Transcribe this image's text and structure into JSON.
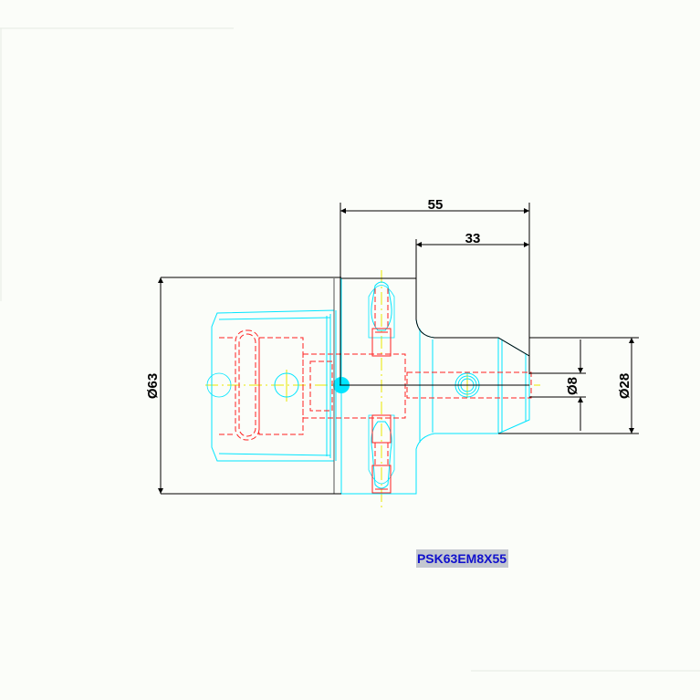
{
  "drawing": {
    "part_label": "PSK63EM8X55",
    "dimensions": {
      "overall_length": "55",
      "shank_length": "33",
      "body_diameter": "Ø63",
      "bore_diameter": "Ø8",
      "shank_diameter": "Ø28"
    }
  },
  "colors": {
    "background": "#fbfdf9",
    "outline_cyan": "#00e5ff",
    "hidden_red": "#ff2020",
    "dimension_black": "#000000",
    "centerline_yellow": "#e8e800",
    "label_blue": "#1010cc",
    "label_highlight": "#c3c7cf"
  }
}
